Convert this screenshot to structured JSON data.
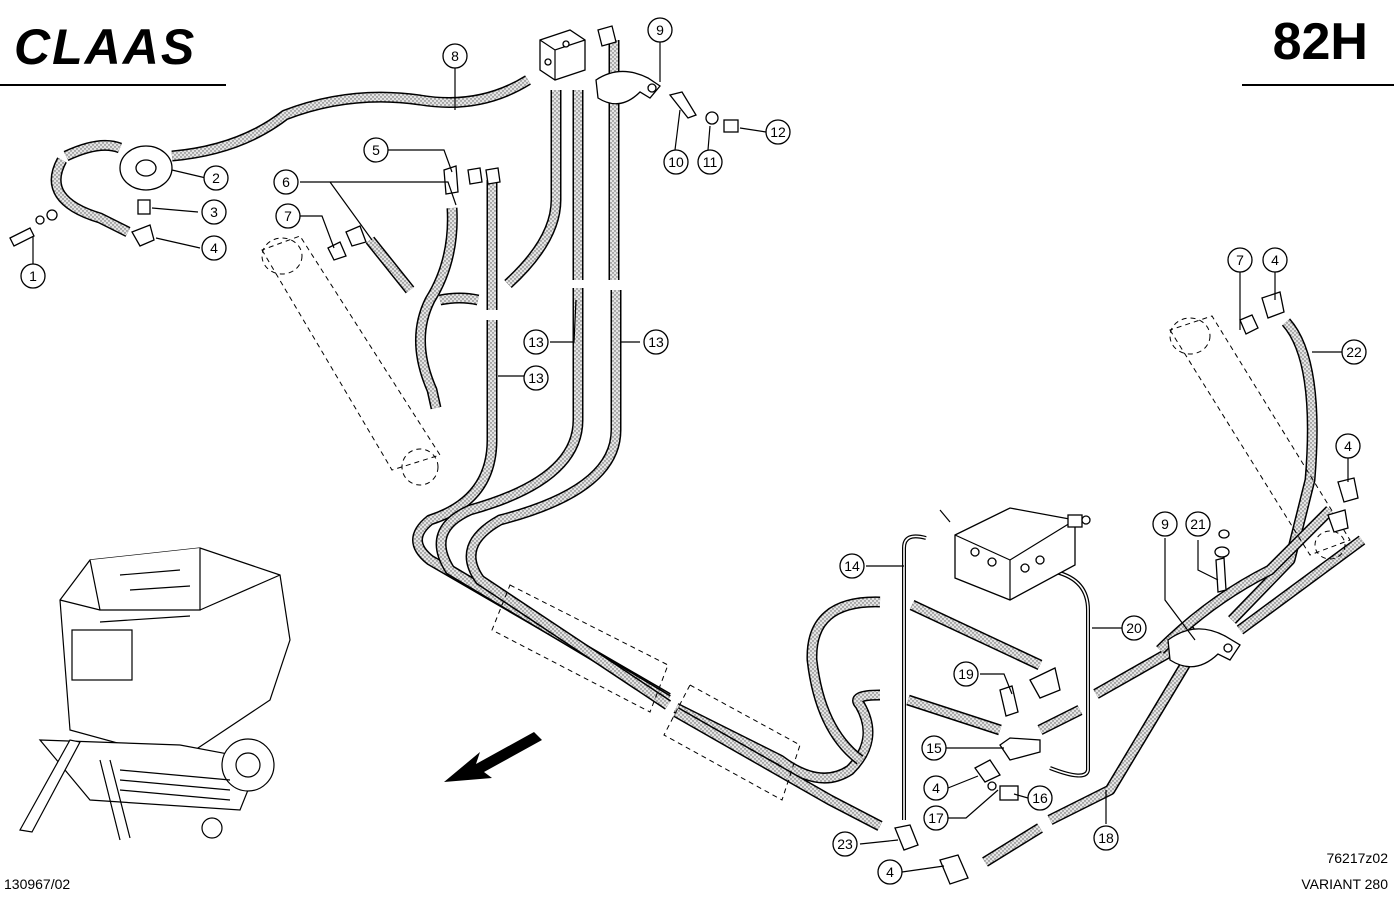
{
  "header": {
    "brand_logo": "CLAAS",
    "page_code": "82H"
  },
  "footer": {
    "doc_number": "130967/02",
    "drawing_number": "76217z02",
    "variant": "VARIANT 280"
  },
  "colors": {
    "line": "#000000",
    "hose_fill": "#d8d8d8",
    "background": "#ffffff"
  },
  "callouts": [
    {
      "id": "c1",
      "label": "1"
    },
    {
      "id": "c2",
      "label": "2"
    },
    {
      "id": "c3",
      "label": "3"
    },
    {
      "id": "c4a",
      "label": "4"
    },
    {
      "id": "c5",
      "label": "5"
    },
    {
      "id": "c6",
      "label": "6"
    },
    {
      "id": "c7a",
      "label": "7"
    },
    {
      "id": "c8",
      "label": "8"
    },
    {
      "id": "c9a",
      "label": "9"
    },
    {
      "id": "c10",
      "label": "10"
    },
    {
      "id": "c11",
      "label": "11"
    },
    {
      "id": "c12",
      "label": "12"
    },
    {
      "id": "c13a",
      "label": "13"
    },
    {
      "id": "c13b",
      "label": "13"
    },
    {
      "id": "c13c",
      "label": "13"
    },
    {
      "id": "c7b",
      "label": "7"
    },
    {
      "id": "c4b",
      "label": "4"
    },
    {
      "id": "c22",
      "label": "22"
    },
    {
      "id": "c4c",
      "label": "4"
    },
    {
      "id": "c9b",
      "label": "9"
    },
    {
      "id": "c21",
      "label": "21"
    },
    {
      "id": "c14",
      "label": "14"
    },
    {
      "id": "c20",
      "label": "20"
    },
    {
      "id": "c19",
      "label": "19"
    },
    {
      "id": "c15",
      "label": "15"
    },
    {
      "id": "c4d",
      "label": "4"
    },
    {
      "id": "c16",
      "label": "16"
    },
    {
      "id": "c17",
      "label": "17"
    },
    {
      "id": "c18",
      "label": "18"
    },
    {
      "id": "c23",
      "label": "23"
    },
    {
      "id": "c4e",
      "label": "4"
    }
  ]
}
